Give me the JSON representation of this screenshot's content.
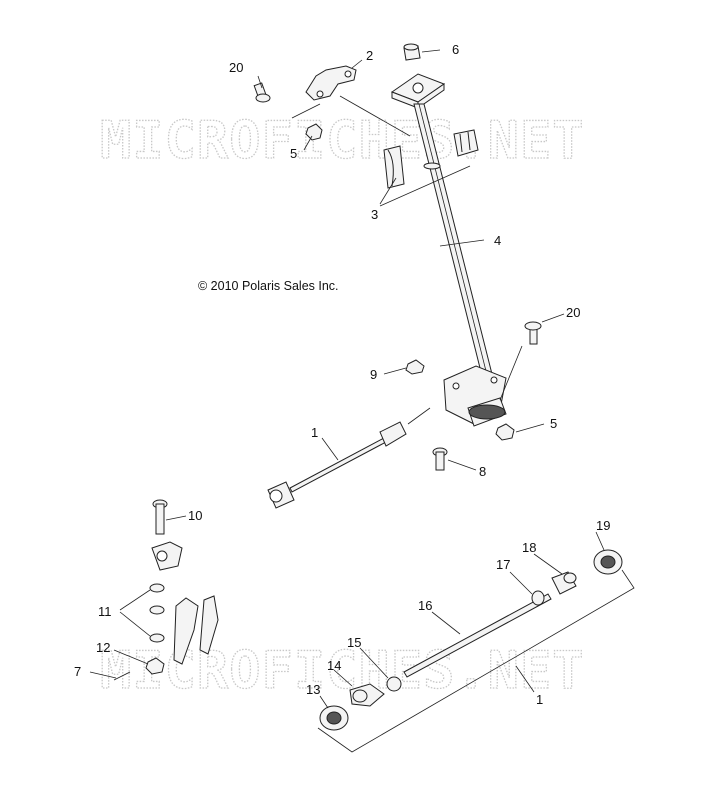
{
  "watermark": {
    "text": "MICROFICHES.NET"
  },
  "copyright": "© 2010 Polaris Sales Inc.",
  "callouts": {
    "c20_top": "20",
    "c2": "2",
    "c6": "6",
    "c5_top": "5",
    "c3": "3",
    "c4": "4",
    "c20_mid": "20",
    "c9": "9",
    "c5_mid": "5",
    "c1_top": "1",
    "c8": "8",
    "c10": "10",
    "c11": "11",
    "c12": "12",
    "c7": "7",
    "c16": "16",
    "c17": "17",
    "c18": "18",
    "c19": "19",
    "c15": "15",
    "c14": "14",
    "c13": "13",
    "c1_bottom": "1"
  }
}
